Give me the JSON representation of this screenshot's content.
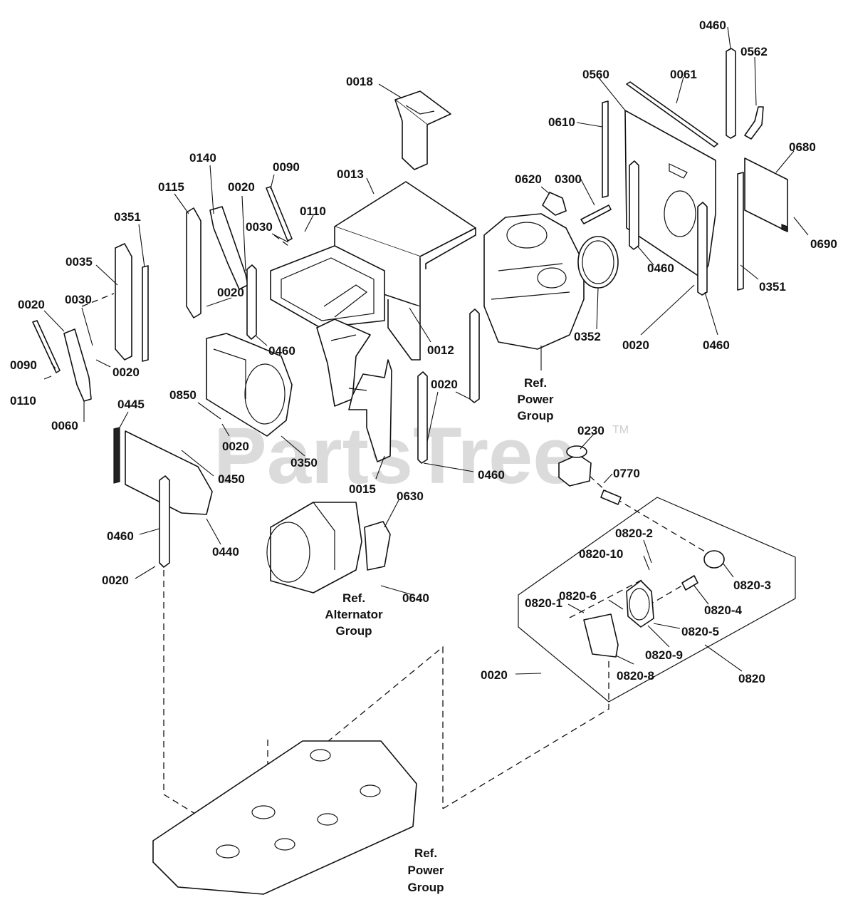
{
  "watermark": {
    "text": "PartsTree",
    "mark": "TM"
  },
  "callouts": [
    {
      "id": "c0018",
      "text": "0018"
    },
    {
      "id": "c0013",
      "text": "0013"
    },
    {
      "id": "c0012",
      "text": "0012"
    },
    {
      "id": "c0015",
      "text": "0015"
    },
    {
      "id": "c0140",
      "text": "0140"
    },
    {
      "id": "c0115",
      "text": "0115"
    },
    {
      "id": "c0090a",
      "text": "0090"
    },
    {
      "id": "c0020a",
      "text": "0020"
    },
    {
      "id": "c0110a",
      "text": "0110"
    },
    {
      "id": "c0030a",
      "text": "0030"
    },
    {
      "id": "c0020b",
      "text": "0020"
    },
    {
      "id": "c0460a",
      "text": "0460"
    },
    {
      "id": "c0351a",
      "text": "0351"
    },
    {
      "id": "c0035",
      "text": "0035"
    },
    {
      "id": "c0020c",
      "text": "0020"
    },
    {
      "id": "c0030b",
      "text": "0030"
    },
    {
      "id": "c0090b",
      "text": "0090"
    },
    {
      "id": "c0020d",
      "text": "0020"
    },
    {
      "id": "c0110b",
      "text": "0110"
    },
    {
      "id": "c0060",
      "text": "0060"
    },
    {
      "id": "c0850",
      "text": "0850"
    },
    {
      "id": "c0020e",
      "text": "0020"
    },
    {
      "id": "c0350",
      "text": "0350"
    },
    {
      "id": "c0445",
      "text": "0445"
    },
    {
      "id": "c0450",
      "text": "0450"
    },
    {
      "id": "c0460b",
      "text": "0460"
    },
    {
      "id": "c0440",
      "text": "0440"
    },
    {
      "id": "c0020f",
      "text": "0020"
    },
    {
      "id": "c0630",
      "text": "0630"
    },
    {
      "id": "c0640",
      "text": "0640"
    },
    {
      "id": "c0020g",
      "text": "0020"
    },
    {
      "id": "c0460c",
      "text": "0460"
    },
    {
      "id": "c0230",
      "text": "0230"
    },
    {
      "id": "c0770",
      "text": "0770"
    },
    {
      "id": "c0620",
      "text": "0620"
    },
    {
      "id": "c0300",
      "text": "0300"
    },
    {
      "id": "c0610",
      "text": "0610"
    },
    {
      "id": "c0560",
      "text": "0560"
    },
    {
      "id": "c0061",
      "text": "0061"
    },
    {
      "id": "c0460d",
      "text": "0460"
    },
    {
      "id": "c0562",
      "text": "0562"
    },
    {
      "id": "c0680",
      "text": "0680"
    },
    {
      "id": "c0690",
      "text": "0690"
    },
    {
      "id": "c0351b",
      "text": "0351"
    },
    {
      "id": "c0460e",
      "text": "0460"
    },
    {
      "id": "c0460f",
      "text": "0460"
    },
    {
      "id": "c0352",
      "text": "0352"
    },
    {
      "id": "c0020h",
      "text": "0020"
    },
    {
      "id": "c0820-2",
      "text": "0820-2"
    },
    {
      "id": "c0820-10",
      "text": "0820-10"
    },
    {
      "id": "c0820-6",
      "text": "0820-6"
    },
    {
      "id": "c0820-3",
      "text": "0820-3"
    },
    {
      "id": "c0820-1",
      "text": "0820-1"
    },
    {
      "id": "c0820-4",
      "text": "0820-4"
    },
    {
      "id": "c0820-5",
      "text": "0820-5"
    },
    {
      "id": "c0820-9",
      "text": "0820-9"
    },
    {
      "id": "c0820-8",
      "text": "0820-8"
    },
    {
      "id": "c0020i",
      "text": "0020"
    },
    {
      "id": "c0820",
      "text": "0820"
    }
  ],
  "references": {
    "power_group_top": [
      "Ref.",
      "Power",
      "Group"
    ],
    "alternator_group": [
      "Ref.",
      "Alternator",
      "Group"
    ],
    "power_group_bottom": [
      "Ref.",
      "Power",
      "Group"
    ]
  }
}
